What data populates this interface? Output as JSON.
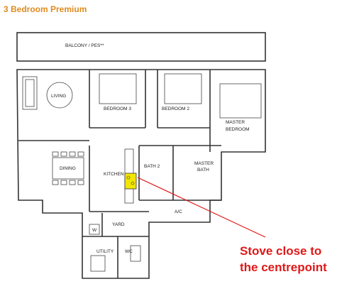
{
  "title": "3 Bedroom Premium",
  "rooms": {
    "balcony": "BALCONY / PES**",
    "living": "LIVING",
    "bedroom3": "BEDROOM 3",
    "bedroom2": "BEDROOM 2",
    "master_line1": "MASTER",
    "master_line2": "BEDROOM",
    "dining": "DINING",
    "kitchen": "KITCHEN",
    "bath2": "BATH 2",
    "master_bath_line1": "MASTER",
    "master_bath_line2": "BATH",
    "ac": "A/C",
    "yard": "YARD",
    "utility": "UTILITY",
    "wc": "WC",
    "washer": "W"
  },
  "annotation": {
    "line1": "Stove close to",
    "line2": "the centrepoint"
  },
  "colors": {
    "stove": "#f2e600",
    "annotation": "#e01818",
    "title": "#e08a1e"
  },
  "icons": [
    "stove-icon",
    "annotation-arrow"
  ]
}
